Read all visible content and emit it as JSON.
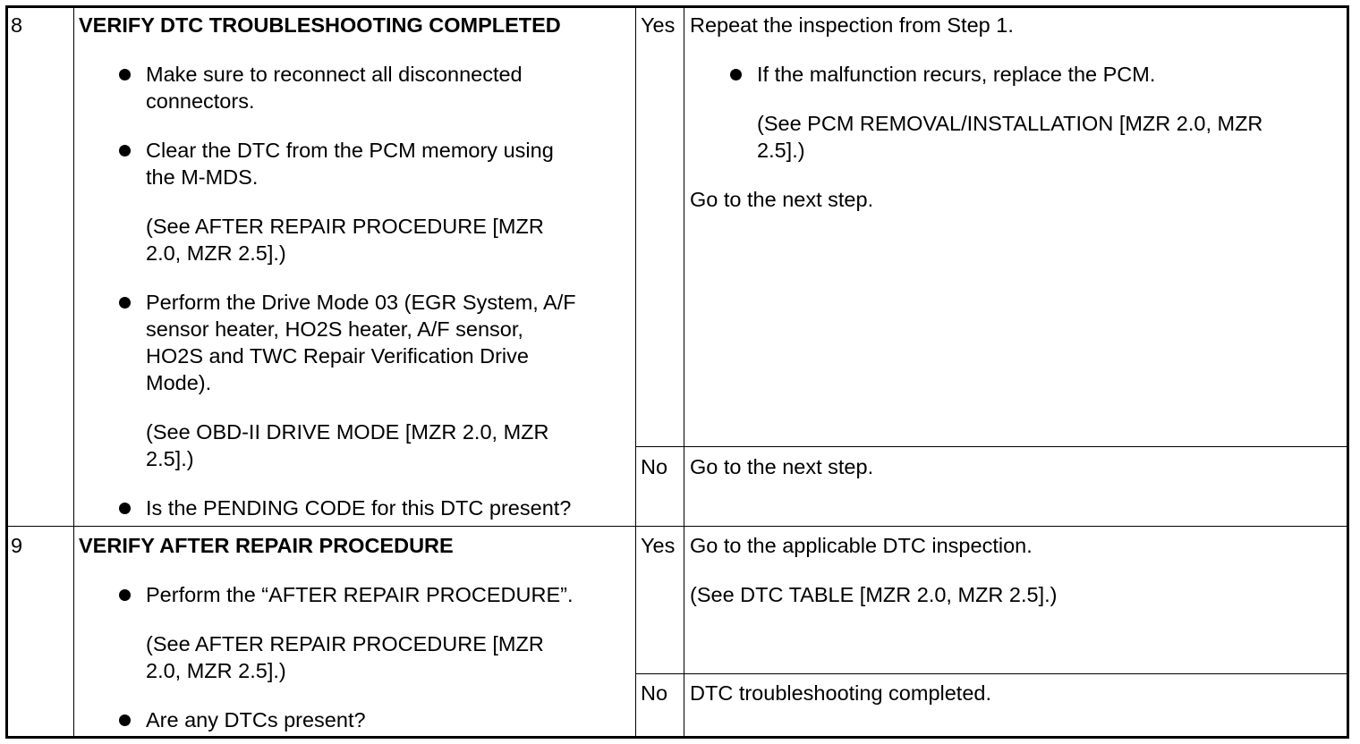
{
  "rows": [
    {
      "step": "8",
      "title": "VERIFY DTC TROUBLESHOOTING COMPLETED",
      "b1_l1": "Make sure to reconnect all disconnected",
      "b1_l2": "connectors.",
      "b2_l1": "Clear the DTC from the PCM memory using",
      "b2_l2": "the M-MDS.",
      "b2_see_l1": "(See AFTER REPAIR PROCEDURE [MZR",
      "b2_see_l2": "2.0, MZR 2.5].)",
      "b3_l1": "Perform the Drive Mode 03 (EGR System, A/F",
      "b3_l2": "sensor heater, HO2S heater, A/F sensor,",
      "b3_l3": "HO2S and TWC Repair Verification Drive",
      "b3_l4": "Mode).",
      "b3_see_l1": "(See OBD-II DRIVE MODE [MZR 2.0, MZR",
      "b3_see_l2": "2.5].)",
      "b4_l1": "Is the PENDING CODE for this DTC present?",
      "yes_label": "Yes",
      "yes_l1": "Repeat the inspection from Step 1.",
      "yes_b1": "If the malfunction recurs, replace the PCM.",
      "yes_see_l1": "(See PCM REMOVAL/INSTALLATION [MZR 2.0, MZR",
      "yes_see_l2": "2.5].)",
      "yes_next": "Go to the next step.",
      "no_label": "No",
      "no_l1": "Go to the next step."
    },
    {
      "step": "9",
      "title": "VERIFY AFTER REPAIR PROCEDURE",
      "b1_l1": "Perform the “AFTER REPAIR PROCEDURE”.",
      "b1_see_l1": "(See AFTER REPAIR PROCEDURE [MZR",
      "b1_see_l2": "2.0, MZR 2.5].)",
      "b2_l1": "Are any DTCs present?",
      "yes_label": "Yes",
      "yes_l1": "Go to the applicable DTC inspection.",
      "yes_l2": "(See DTC TABLE [MZR 2.0, MZR 2.5].)",
      "no_label": "No",
      "no_l1": "DTC troubleshooting completed."
    }
  ]
}
